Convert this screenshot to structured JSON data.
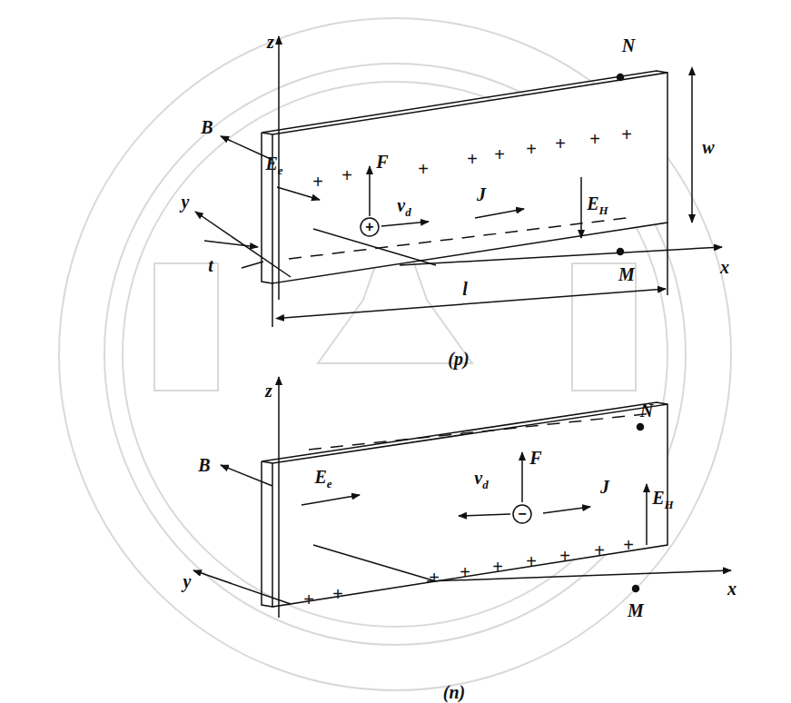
{
  "diagram": {
    "nodes": [
      {
        "text": [
          "+"
        ]
      },
      {
        "text": [
          "−"
        ]
      }
    ],
    "labels": [
      "z",
      "B",
      "y",
      "t",
      "F",
      "vd",
      "J",
      "Ee",
      "EH",
      "N",
      "w",
      "x",
      "M",
      "l",
      "(p)",
      "+",
      "+",
      "+",
      "+",
      "+",
      "+",
      "+",
      "+",
      "+",
      "z",
      "B",
      "y",
      "Ee",
      "vd",
      "F",
      "J",
      "EH",
      "N",
      "x",
      "M",
      "(n)",
      "+",
      "+",
      "+",
      "+",
      "+",
      "+",
      "+",
      "+",
      "+"
    ]
  }
}
